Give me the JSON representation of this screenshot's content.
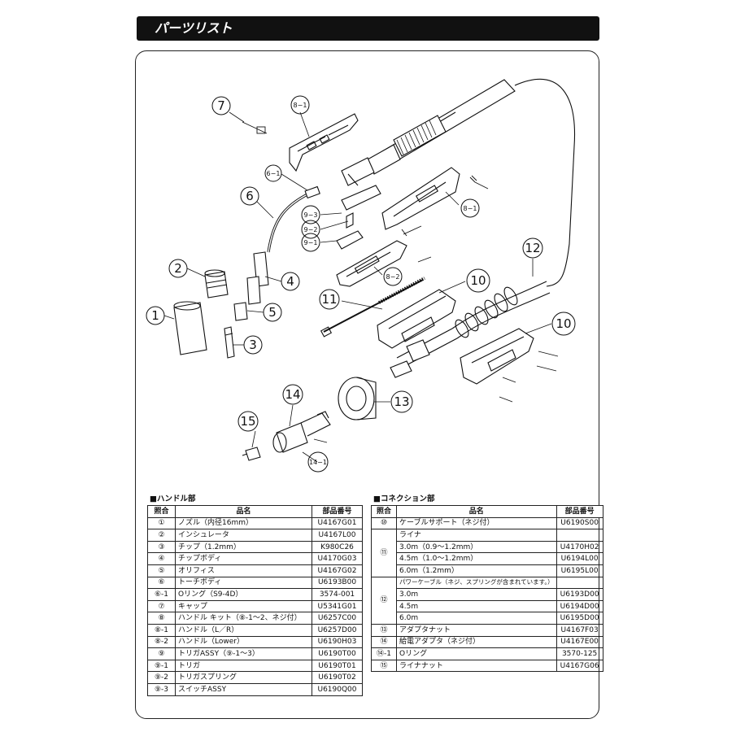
{
  "header": {
    "title": "パーツリスト"
  },
  "diagram": {
    "callouts": [
      {
        "label": "1"
      },
      {
        "label": "2"
      },
      {
        "label": "3"
      },
      {
        "label": "4"
      },
      {
        "label": "5"
      },
      {
        "label": "6"
      },
      {
        "label": "6−1"
      },
      {
        "label": "7"
      },
      {
        "label": "8−1"
      },
      {
        "label": "8−1"
      },
      {
        "label": "8−2"
      },
      {
        "label": "9−1"
      },
      {
        "label": "9−2"
      },
      {
        "label": "9−3"
      },
      {
        "label": "10"
      },
      {
        "label": "10"
      },
      {
        "label": "11"
      },
      {
        "label": "12"
      },
      {
        "label": "13"
      },
      {
        "label": "14"
      },
      {
        "label": "14−1"
      },
      {
        "label": "15"
      }
    ]
  },
  "handle_section": {
    "title": "■ハンドル部",
    "headers": [
      "照合",
      "品名",
      "部品番号"
    ],
    "rows": [
      {
        "ref": "①",
        "name": "ノズル（内径16mm）",
        "part": "U4167G01"
      },
      {
        "ref": "②",
        "name": "インシュレータ",
        "part": "U4167L00"
      },
      {
        "ref": "③",
        "name": "チップ（1.2mm）",
        "part": "K980C26"
      },
      {
        "ref": "④",
        "name": "チップボディ",
        "part": "U4170G03"
      },
      {
        "ref": "⑤",
        "name": "オリフィス",
        "part": "U4167G02"
      },
      {
        "ref": "⑥",
        "name": "トーチボディ",
        "part": "U6193B00"
      },
      {
        "ref": "⑥-1",
        "name": "Oリング（S9-4D）",
        "part": "3574-001"
      },
      {
        "ref": "⑦",
        "name": "キャップ",
        "part": "U5341G01"
      },
      {
        "ref": "⑧",
        "name": "ハンドル キット（⑧-1〜2、ネジ付）",
        "part": "U6257C00"
      },
      {
        "ref": "⑧-1",
        "name": "ハンドル（L／R）",
        "part": "U6257D00"
      },
      {
        "ref": "⑧-2",
        "name": "ハンドル（Lower）",
        "part": "U6190H03"
      },
      {
        "ref": "⑨",
        "name": "トリガASSY（⑨-1〜3）",
        "part": "U6190T00"
      },
      {
        "ref": "⑨-1",
        "name": "トリガ",
        "part": "U6190T01"
      },
      {
        "ref": "⑨-2",
        "name": "トリガスプリング",
        "part": "U6190T02"
      },
      {
        "ref": "⑨-3",
        "name": "スイッチASSY",
        "part": "U6190Q00"
      }
    ]
  },
  "connection_section": {
    "title": "■コネクション部",
    "headers": [
      "照合",
      "品名",
      "部品番号"
    ],
    "rows": [
      {
        "ref": "⑩",
        "name": "ケーブルサポート（ネジ付）",
        "part": "U6190S00"
      },
      {
        "ref": "",
        "name": "ライナ",
        "part": ""
      },
      {
        "ref": "⑪",
        "name": "3.0m（0.9〜1.2mm）",
        "part": "U4170H02"
      },
      {
        "ref": "",
        "name": "4.5m（1.0〜1.2mm）",
        "part": "U6194L00"
      },
      {
        "ref": "",
        "name": "6.0m（1.2mm）",
        "part": "U6195L00"
      },
      {
        "ref": "",
        "name": "パワーケーブル（ネジ、スプリングが含まれています。）",
        "part": ""
      },
      {
        "ref": "⑫",
        "name": "3.0m",
        "part": "U6193D00"
      },
      {
        "ref": "",
        "name": "4.5m",
        "part": "U6194D00"
      },
      {
        "ref": "",
        "name": "6.0m",
        "part": "U6195D00"
      },
      {
        "ref": "⑬",
        "name": "アダプタナット",
        "part": "U4167F03"
      },
      {
        "ref": "⑭",
        "name": "給電アダプタ（ネジ付）",
        "part": "U4167E00"
      },
      {
        "ref": "⑭-1",
        "name": "Oリング",
        "part": "3570-125"
      },
      {
        "ref": "⑮",
        "name": "ライナナット",
        "part": "U4167G06"
      }
    ]
  }
}
